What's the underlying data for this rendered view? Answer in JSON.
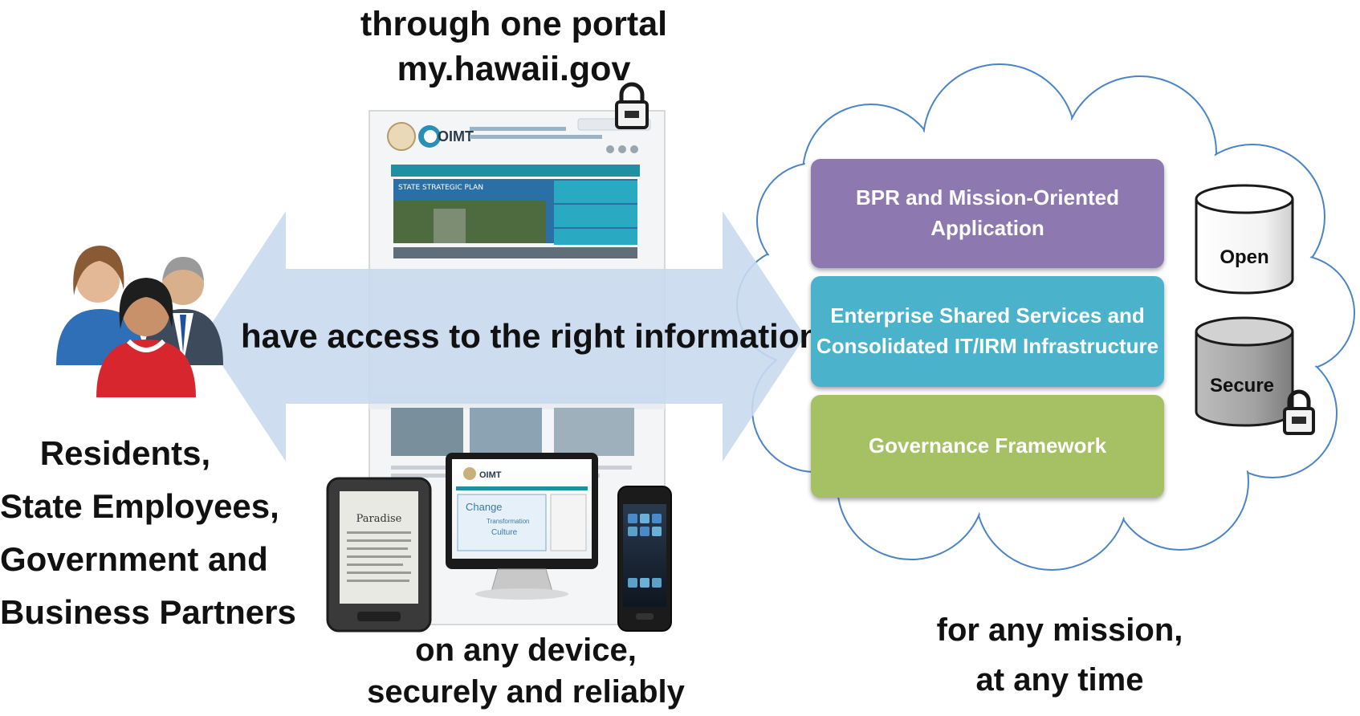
{
  "top_caption": {
    "line1": "through one portal",
    "line2": "my.hawaii.gov"
  },
  "people_caption": [
    "Residents,",
    "State Employees,",
    "Government and",
    "Business Partners"
  ],
  "arrow_text": "have access to the right information",
  "device_caption": {
    "line1": "on any device,",
    "line2": "securely and reliably"
  },
  "mission_caption": {
    "line1": "for any mission,",
    "line2": "at any time"
  },
  "layers": [
    {
      "lines": [
        "BPR and Mission-Oriented",
        "Application"
      ],
      "color": "#8e78b0"
    },
    {
      "lines": [
        "Enterprise Shared Services and",
        "Consolidated IT/IRM Infrastructure"
      ],
      "color": "#4ab2ca"
    },
    {
      "lines": [
        "Governance Framework"
      ],
      "color": "#a6c064"
    }
  ],
  "databases": {
    "open": "Open",
    "secure": "Secure"
  },
  "portal_screen": {
    "brand": "OIMT",
    "banner": "STATE STRATEGIC PLAN"
  },
  "monitor_screen": {
    "brand": "OIMT",
    "words": [
      "Change",
      "Transformation",
      "Culture"
    ]
  },
  "ereader_screen": {
    "title": "Paradise"
  },
  "colors": {
    "arrow": "#c9d9ee",
    "cloud_stroke": "#4a84c6"
  }
}
